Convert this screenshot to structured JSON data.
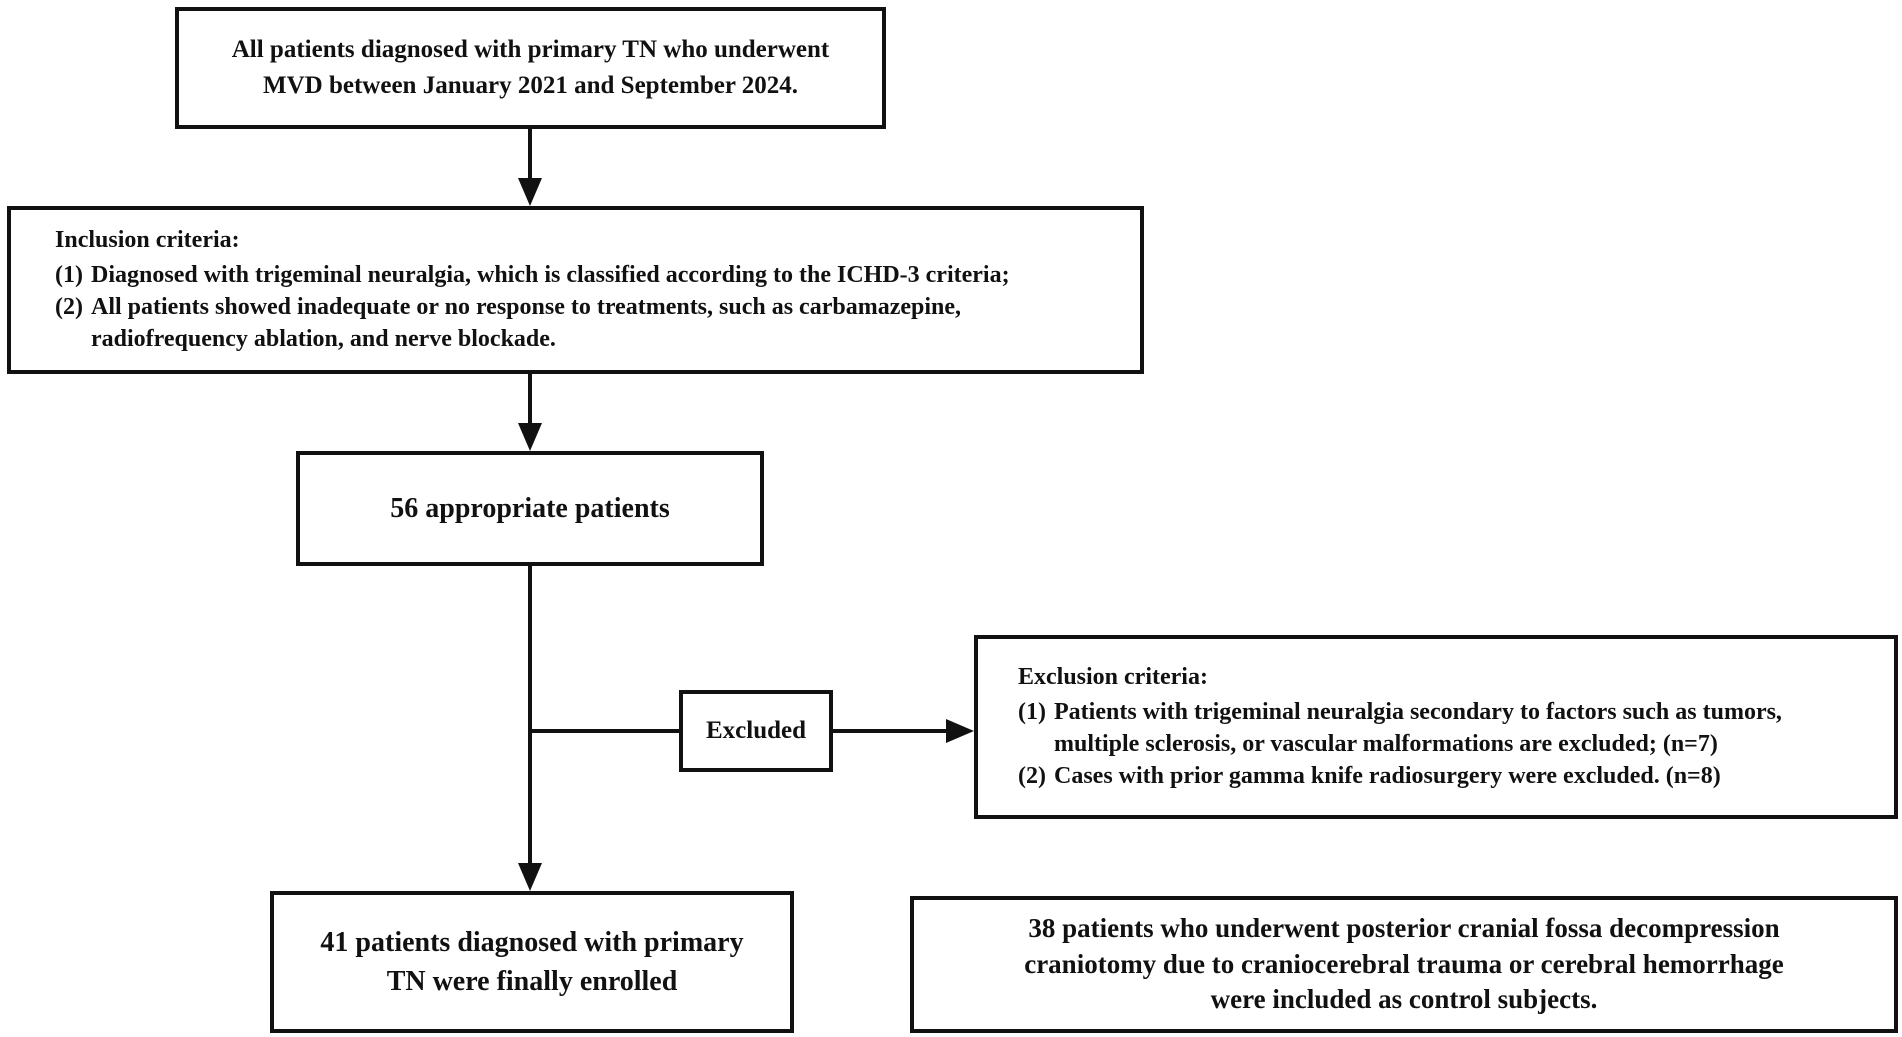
{
  "flowchart": {
    "start": {
      "lines": [
        "All patients diagnosed with primary TN who underwent",
        "MVD between January 2021 and September 2024."
      ]
    },
    "inclusion": {
      "heading": "Inclusion criteria:",
      "items": [
        {
          "num": "(1)",
          "text": "Diagnosed with trigeminal neuralgia, which is classified according to the ICHD-3 criteria;"
        },
        {
          "num": "(2)",
          "text": "All patients showed inadequate or no response to treatments, such as carbamazepine, radiofrequency ablation, and nerve blockade."
        }
      ]
    },
    "appropriate": {
      "text": "56 appropriate patients"
    },
    "excluded_label": {
      "text": "Excluded"
    },
    "exclusion": {
      "heading": "Exclusion criteria:",
      "items": [
        {
          "num": "(1)",
          "text": "Patients with trigeminal neuralgia secondary to factors such as tumors, multiple sclerosis, or vascular malformations are excluded; (n=7)"
        },
        {
          "num": "(2)",
          "text": "Cases with prior gamma knife radiosurgery were excluded. (n=8)"
        }
      ]
    },
    "enrolled": {
      "lines": [
        "41 patients diagnosed with primary",
        "TN were finally enrolled"
      ]
    },
    "controls": {
      "lines": [
        "38 patients who underwent posterior cranial fossa decompression",
        "craniotomy due to craniocerebral trauma or cerebral hemorrhage",
        "were included as control subjects."
      ]
    }
  }
}
